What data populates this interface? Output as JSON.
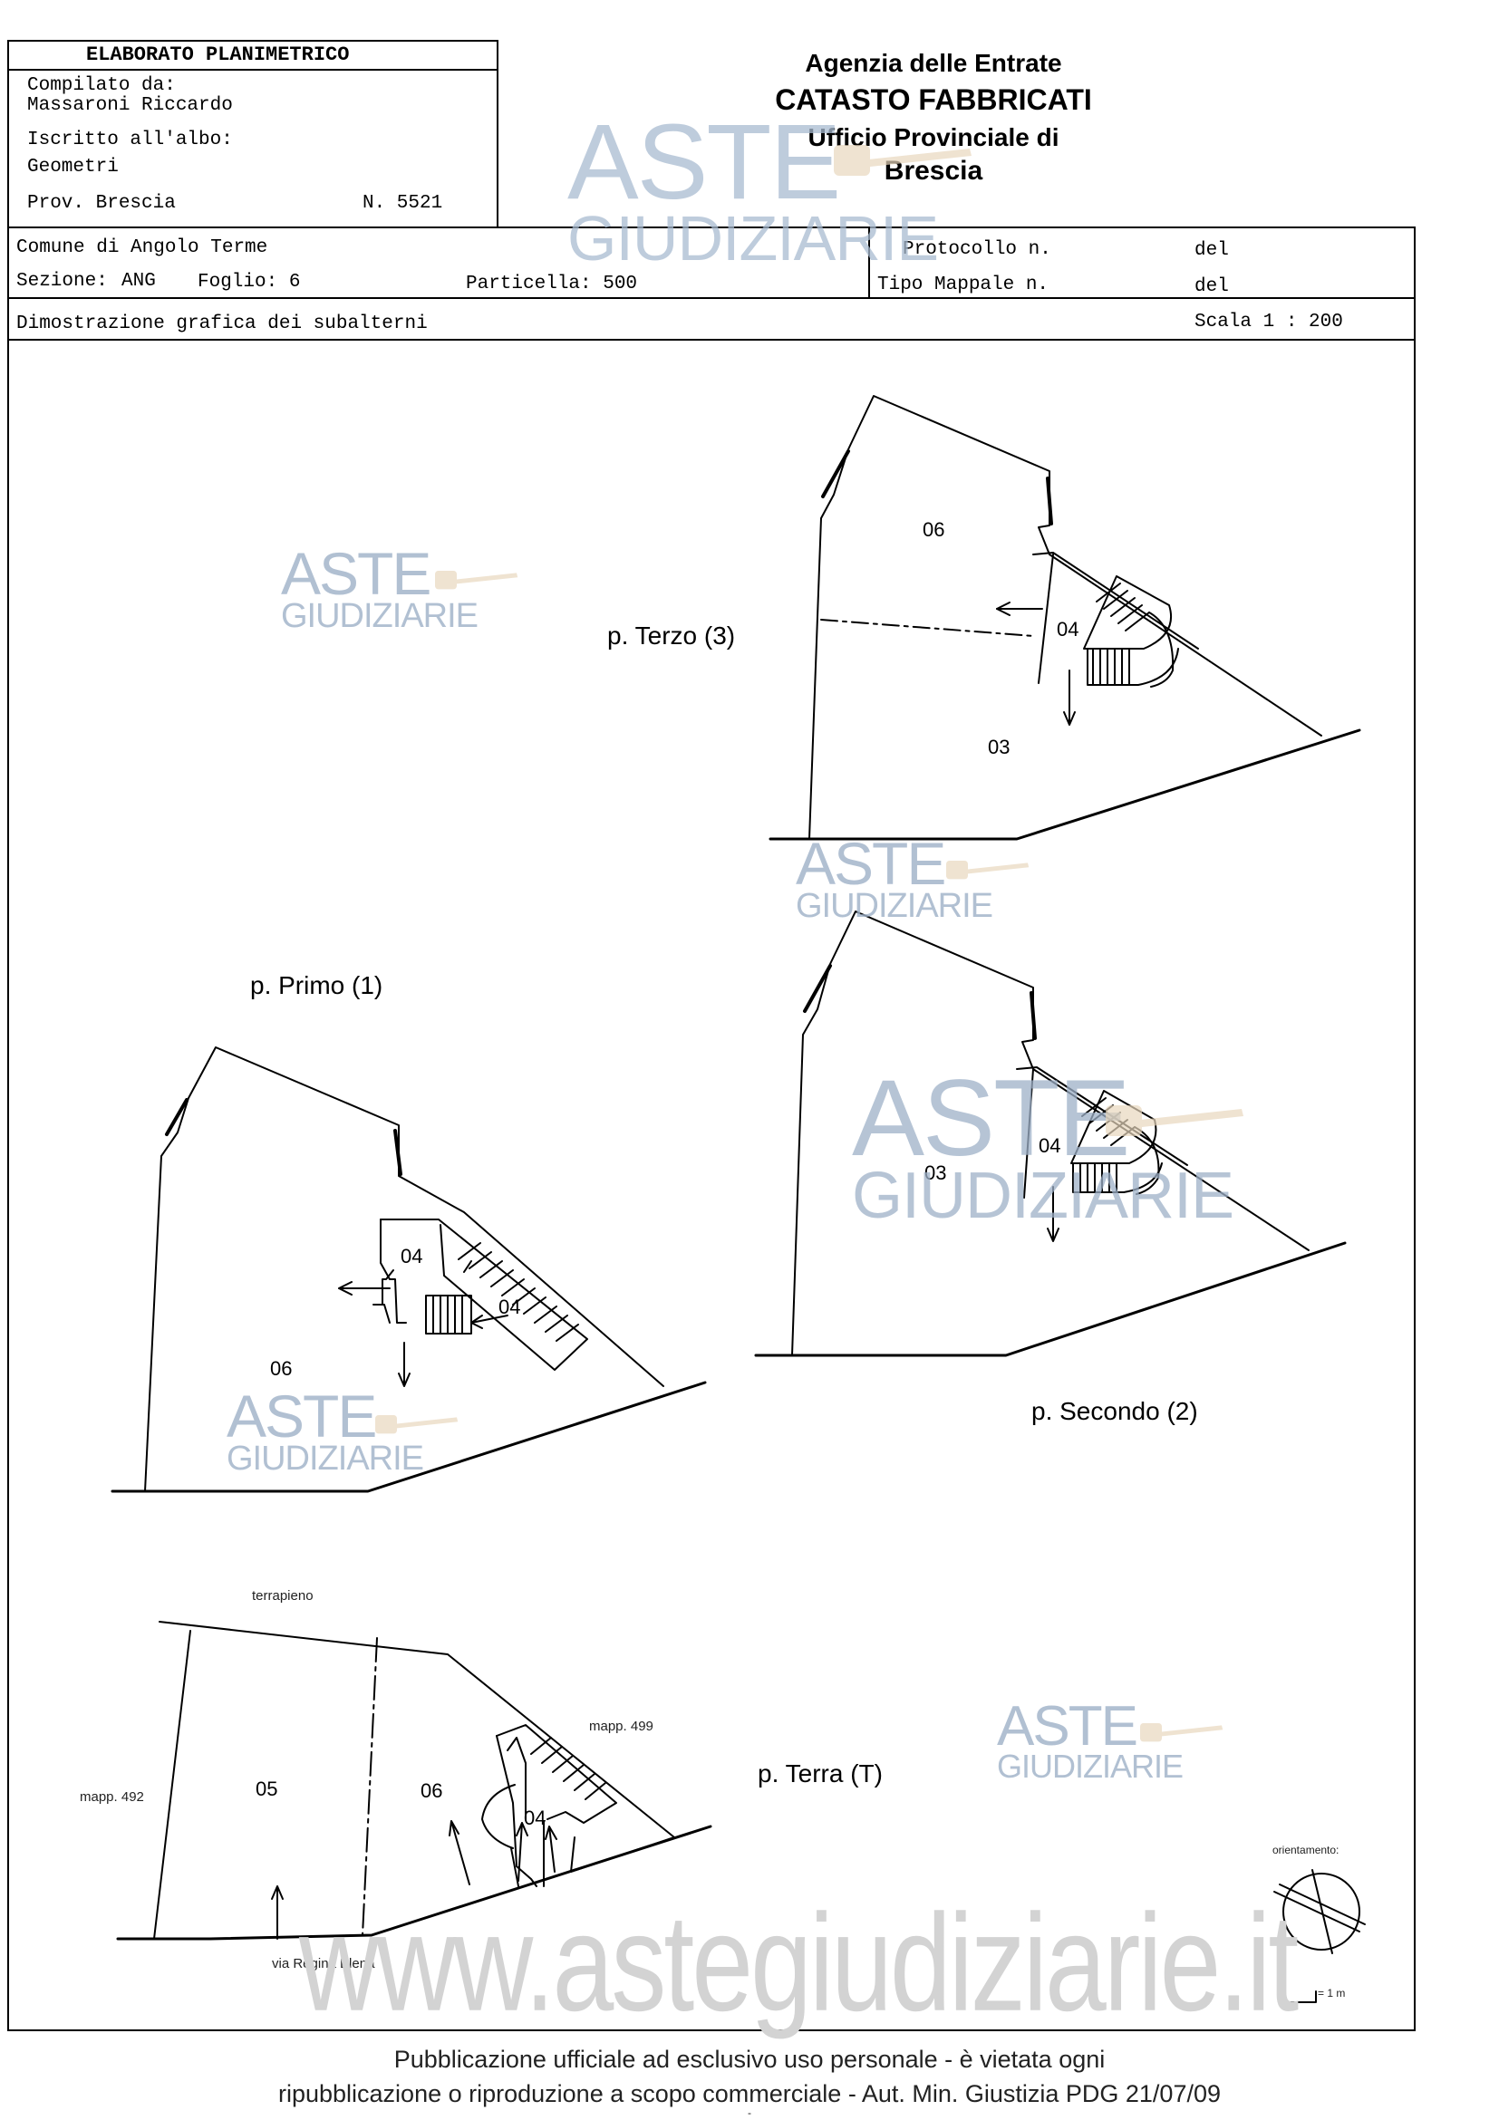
{
  "header": {
    "title": "ELABORATO PLANIMETRICO",
    "compiled_by_label": "Compilato da:",
    "compiled_by": "Massaroni Riccardo",
    "registered_label": "Iscritto all'albo:",
    "registered": "Geometri",
    "province": "Prov. Brescia",
    "number": "N. 5521"
  },
  "agency": {
    "line1": "Agenzia delle Entrate",
    "line2": "CATASTO FABBRICATI",
    "line3": "Ufficio Provinciale di",
    "line4": "Brescia"
  },
  "info": {
    "comune": "Comune di Angolo Terme",
    "sezione_label": "Sezione:",
    "sezione": "ANG",
    "foglio": "Foglio: 6",
    "particella": "Particella: 500",
    "protocollo": "Protocollo n.",
    "tipo_mappale": "Tipo Mappale n.",
    "del1": "del",
    "del2": "del",
    "subtitle": "Dimostrazione grafica dei subalterni",
    "scale": "Scala 1 : 200"
  },
  "watermark": {
    "aste": "ASTE",
    "giudiziarie": "GIUDIZIARIE",
    "site": "www.astegiudiziarie.it",
    "color": "#8fa3bd"
  },
  "floors": {
    "terzo": {
      "label": "p. Terzo (3)",
      "units": [
        "06",
        "04",
        "03"
      ]
    },
    "primo": {
      "label": "p. Primo (1)",
      "units": [
        "04",
        "04",
        "06"
      ]
    },
    "secondo": {
      "label": "p. Secondo (2)",
      "units": [
        "04",
        "03"
      ]
    },
    "terra": {
      "label": "p. Terra (T)",
      "units": [
        "05",
        "06",
        "04"
      ]
    }
  },
  "annotations": {
    "terrapieno": "terrapieno",
    "mapp_499": "mapp. 499",
    "mapp_492": "mapp. 492",
    "street": "via Regina Elena",
    "orientation": "orientamento:",
    "scale_bar": "= 1 m"
  },
  "footer": {
    "line1": "Pubblicazione ufficiale ad esclusivo uso personale - è vietata ogni",
    "line2": "ripubblicazione o riproduzione a scopo commerciale - Aut. Min. Giustizia PDG 21/07/09",
    "line3": "-"
  }
}
